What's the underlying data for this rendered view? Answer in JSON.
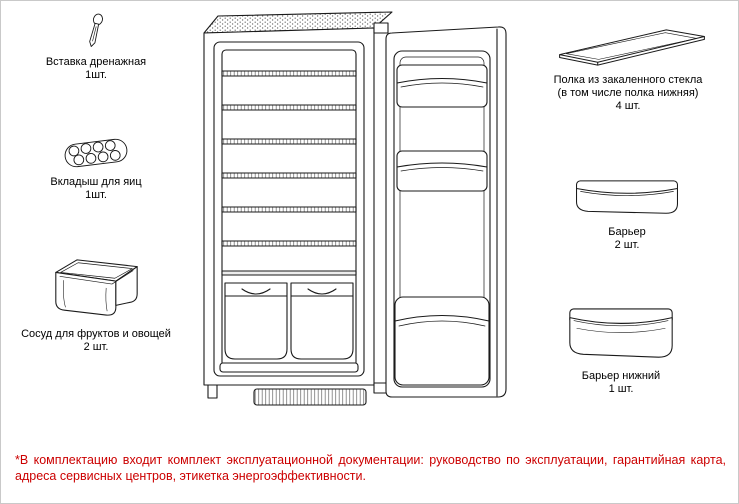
{
  "left_items": [
    {
      "name": "Вставка дренажная",
      "qty": "1шт."
    },
    {
      "name": "Вкладыш для яиц",
      "qty": "1шт."
    },
    {
      "name": "Сосуд для фруктов и овощей",
      "qty": "2 шт."
    }
  ],
  "right_items": [
    {
      "name": "Полка из закаленного стекла",
      "note": "(в том числе полка нижняя)",
      "qty": "4 шт."
    },
    {
      "name": "Барьер",
      "qty": "2 шт."
    },
    {
      "name": "Барьер нижний",
      "qty": "1 шт."
    }
  ],
  "footnote": "*В комплектацию входит комплект эксплуатационной документации: руководство по эксплуатации, гарантийная карта, адреса сервисных центров, этикетка энергоэффективности.",
  "colors": {
    "footnote": "#cc0000",
    "line": "#1a1a1a"
  }
}
